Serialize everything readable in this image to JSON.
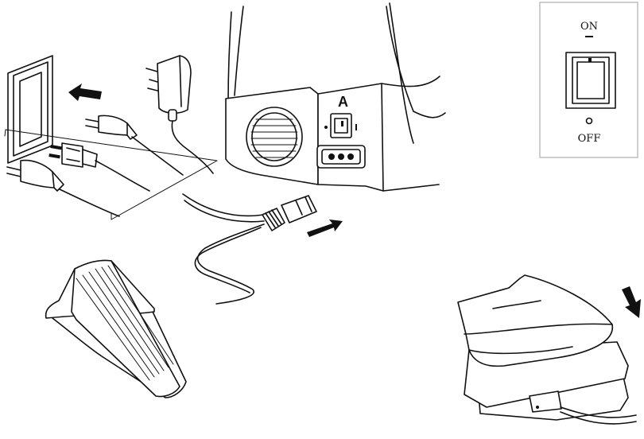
{
  "labels": {
    "switch_callout": "A",
    "on": "ON",
    "off": "OFF"
  },
  "icons": {
    "wall_outlet": "wall-outlet-icon",
    "arrow_left": "arrow-left-icon",
    "arrow_right": "arrow-right-icon",
    "arrow_down": "arrow-down-icon"
  }
}
